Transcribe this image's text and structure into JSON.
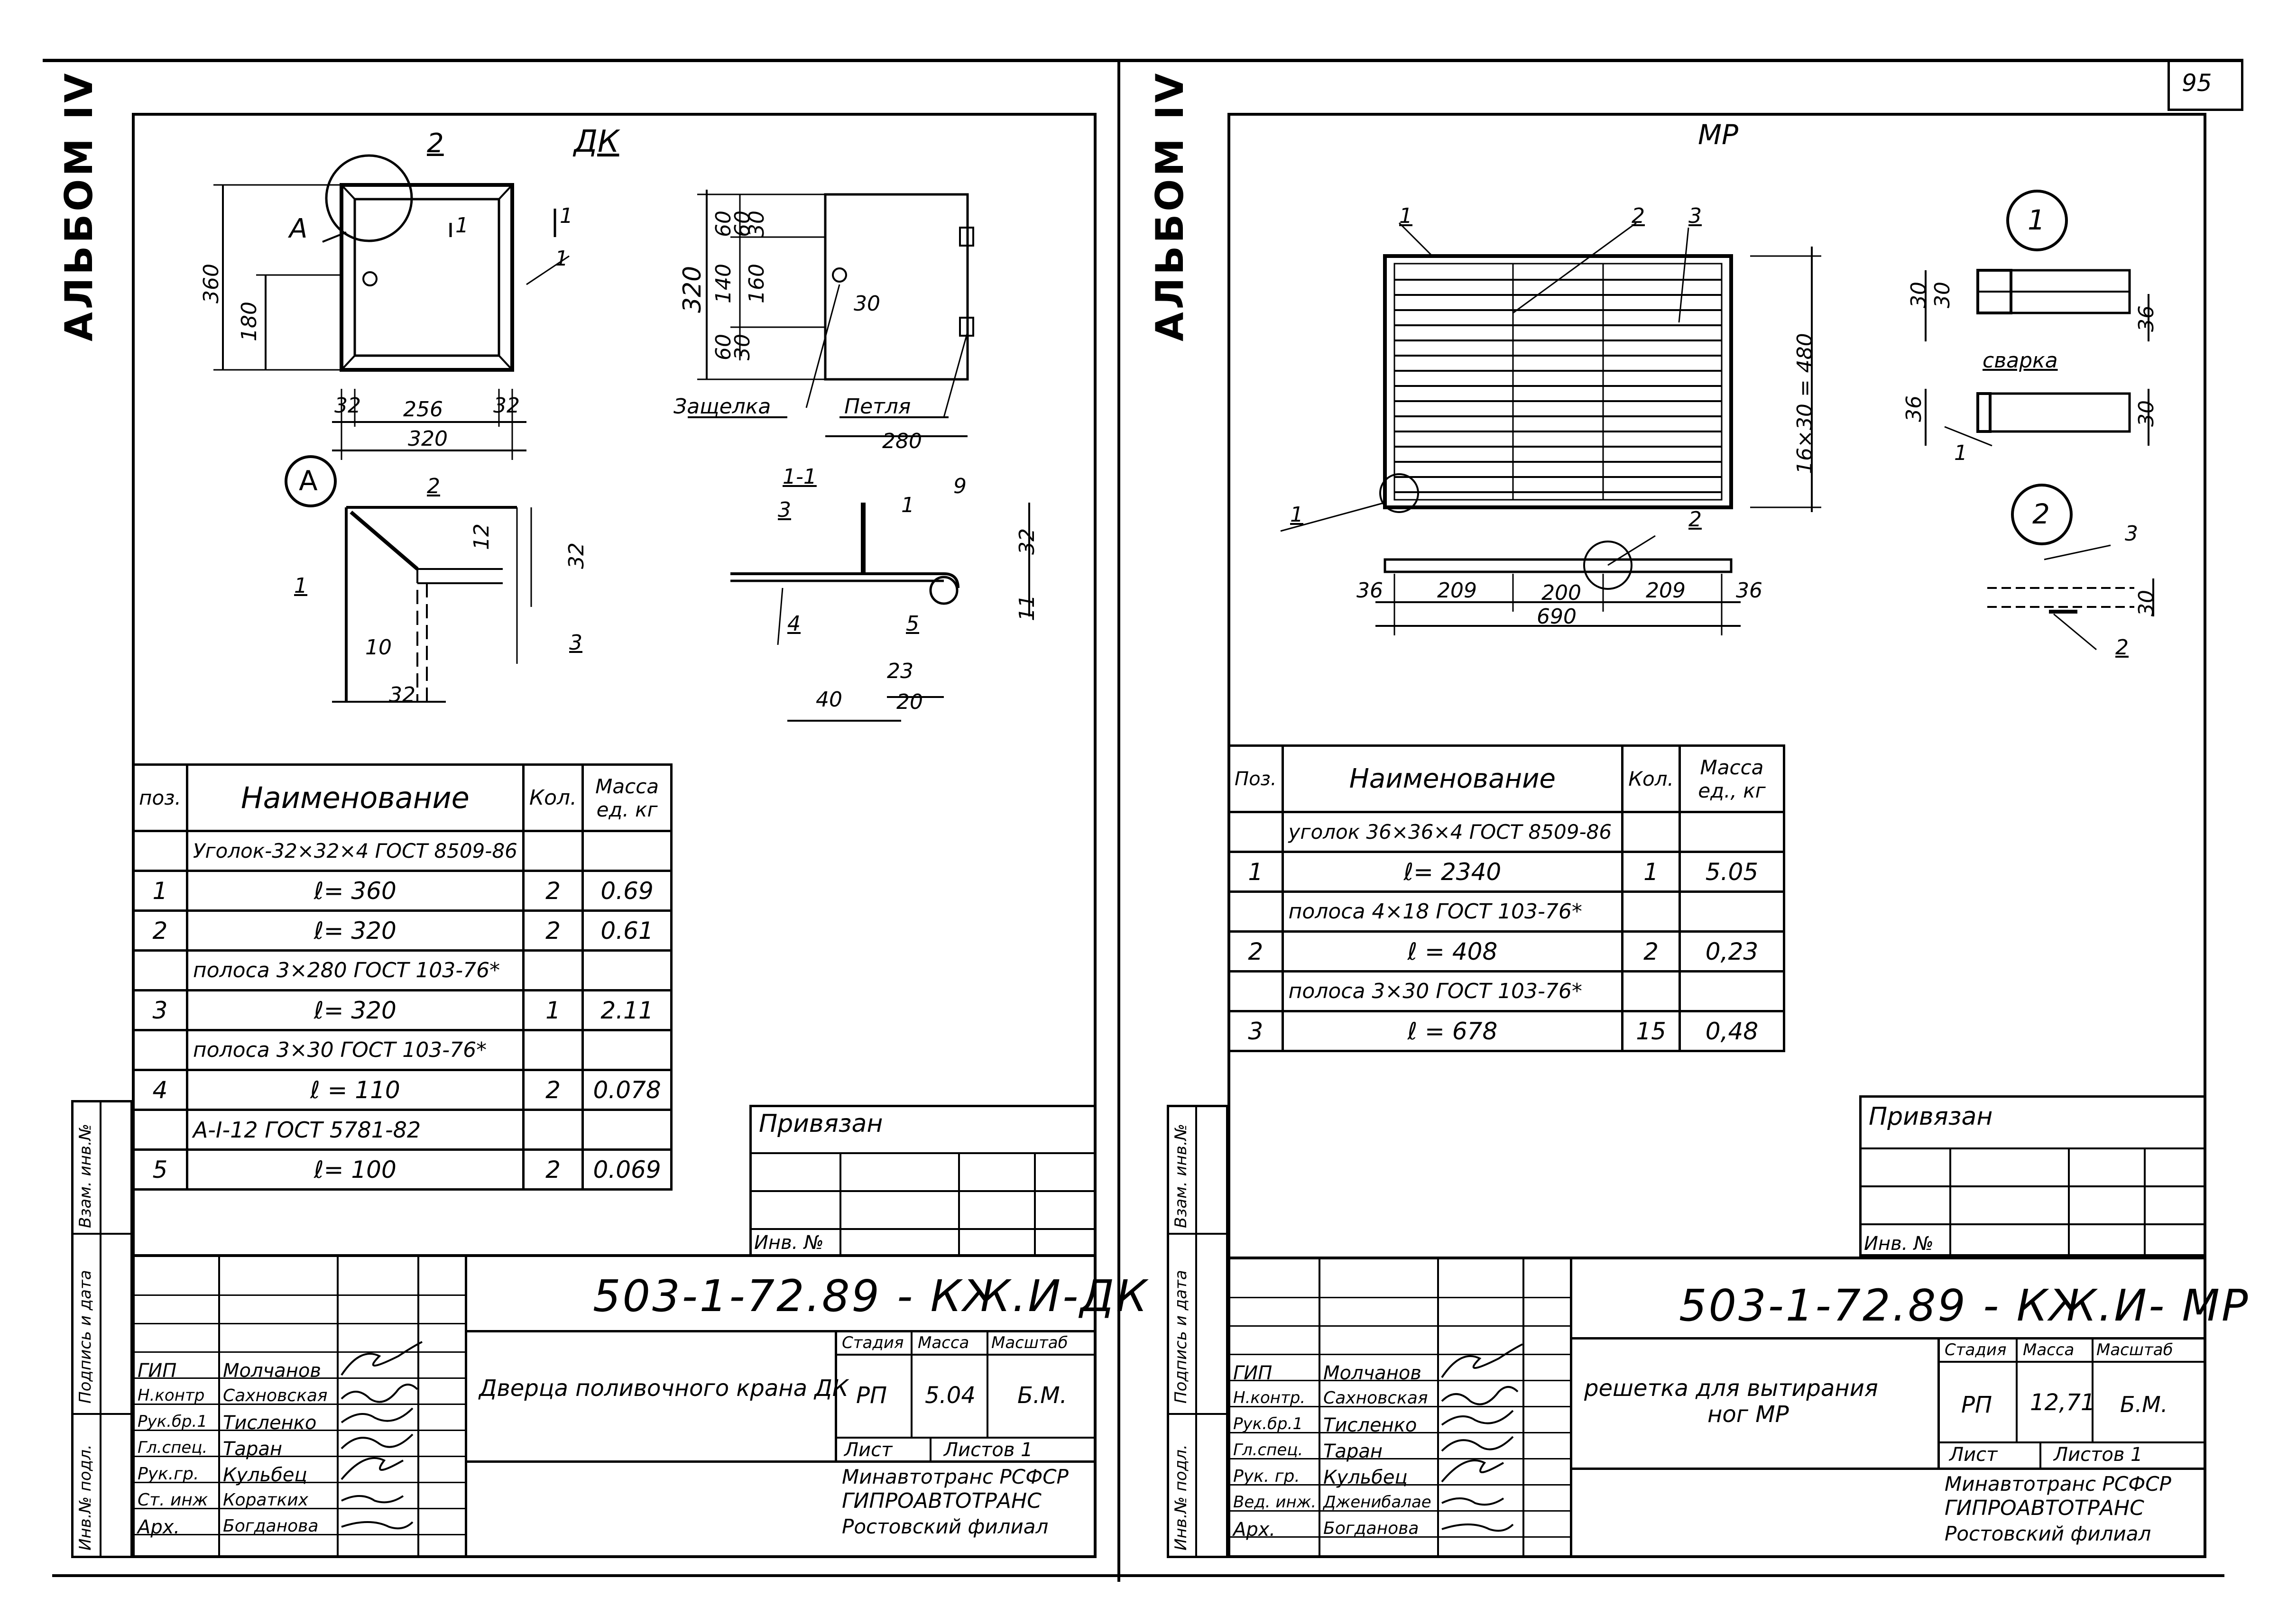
{
  "page_number": "95",
  "left": {
    "album": "АЛЬБОМ IV",
    "drawing_label": "ДК",
    "detail_label": "А",
    "section_label": "1-1",
    "view_label": "1",
    "callouts": {
      "zashchelka": "Защелка",
      "petlya": "Петля"
    },
    "dims": {
      "h360": "360",
      "h180": "180",
      "w32a": "32",
      "w256": "256",
      "w32b": "32",
      "w320": "320",
      "h320": "320",
      "s60a": "60",
      "s140": "140",
      "s60b": "60",
      "s30": "30",
      "s160": "160",
      "s30b": "30",
      "s60c": "60",
      "w280": "280",
      "d32": "32",
      "d12": "12",
      "d10": "10",
      "d32b": "32",
      "d9": "9",
      "d32c": "32",
      "d11": "11",
      "d40": "40",
      "d23": "23",
      "d20": "20"
    },
    "pos_labels": [
      "1",
      "2",
      "3",
      "4",
      "5"
    ],
    "spec": {
      "headers": {
        "pos": "поз.",
        "name": "Наименование",
        "qty": "Кол.",
        "mass": "Масса ед. кг"
      },
      "rows": [
        {
          "pos": "",
          "name": "Уголок-32×32×4 ГОСТ 8509-86",
          "qty": "",
          "mass": ""
        },
        {
          "pos": "1",
          "name": "ℓ= 360",
          "qty": "2",
          "mass": "0.69"
        },
        {
          "pos": "2",
          "name": "ℓ= 320",
          "qty": "2",
          "mass": "0.61"
        },
        {
          "pos": "",
          "name": "полоса 3×280 ГОСТ 103-76*",
          "qty": "",
          "mass": ""
        },
        {
          "pos": "3",
          "name": "ℓ= 320",
          "qty": "1",
          "mass": "2.11"
        },
        {
          "pos": "",
          "name": "полоса 3×30 ГОСТ 103-76*",
          "qty": "",
          "mass": ""
        },
        {
          "pos": "4",
          "name": "ℓ = 110",
          "qty": "2",
          "mass": "0.078"
        },
        {
          "pos": "",
          "name": "А-I-12 ГОСТ 5781-82",
          "qty": "",
          "mass": ""
        },
        {
          "pos": "5",
          "name": "ℓ= 100",
          "qty": "2",
          "mass": "0.069"
        }
      ]
    },
    "privyazan": "Привязан",
    "inv_no": "Инв. №",
    "code": "503-1-72.89 - КЖ.И-ДК",
    "title": "Дверца поливочного крана ДК",
    "stage_headers": {
      "stage": "Стадия",
      "mass": "Масса",
      "scale": "Масштаб"
    },
    "stage_values": {
      "stage": "РП",
      "mass": "5.04",
      "scale": "Б.М."
    },
    "sheet": "Лист",
    "sheets": "Листов 1",
    "org": [
      "Минавтотранс РСФСР",
      "ГИПРОАВТОТРАНС",
      "Ростовский филиал"
    ],
    "roles": [
      {
        "role": "ГИП",
        "name": "Молчанов"
      },
      {
        "role": "Н.контр",
        "name": "Сахновская"
      },
      {
        "role": "Рук.бр.1",
        "name": "Тисленко"
      },
      {
        "role": "Гл.спец.",
        "name": "Таран"
      },
      {
        "role": "Рук.гр.",
        "name": "Кульбец"
      },
      {
        "role": "Ст. инж",
        "name": "Коратких"
      },
      {
        "role": "Арх.",
        "name": "Богданова"
      }
    ],
    "side_labels": [
      "Инв.№ подл.",
      "Подпись и дата",
      "Взам. инв.№"
    ]
  },
  "right": {
    "album": "АЛЬБОМ IV",
    "drawing_label": "МР",
    "callouts": {
      "weld": "сварка"
    },
    "detail_circles": [
      "1",
      "2"
    ],
    "dims": {
      "h480": "16×30 = 480",
      "d36a": "36",
      "d209a": "209",
      "d200": "200",
      "d209b": "209",
      "d36b": "36",
      "d690": "690",
      "s30": "30",
      "s30b": "30",
      "s36": "36",
      "s36b": "36",
      "s30c": "30",
      "s30d": "30"
    },
    "pos_labels": [
      "1",
      "2",
      "3"
    ],
    "spec": {
      "headers": {
        "pos": "Поз.",
        "name": "Наименование",
        "qty": "Кол.",
        "mass": "Масса ед., кг"
      },
      "rows": [
        {
          "pos": "",
          "name": "уголок 36×36×4 ГОСТ 8509-86",
          "qty": "",
          "mass": ""
        },
        {
          "pos": "1",
          "name": "ℓ= 2340",
          "qty": "1",
          "mass": "5.05"
        },
        {
          "pos": "",
          "name": "полоса 4×18 ГОСТ 103-76*",
          "qty": "",
          "mass": ""
        },
        {
          "pos": "2",
          "name": "ℓ = 408",
          "qty": "2",
          "mass": "0,23"
        },
        {
          "pos": "",
          "name": "полоса 3×30 ГОСТ 103-76*",
          "qty": "",
          "mass": ""
        },
        {
          "pos": "3",
          "name": "ℓ = 678",
          "qty": "15",
          "mass": "0,48"
        }
      ]
    },
    "privyazan": "Привязан",
    "inv_no": "Инв. №",
    "code": "503-1-72.89 - КЖ.И- МР",
    "title": [
      "решетка для вытирания",
      "ног МР"
    ],
    "stage_headers": {
      "stage": "Стадия",
      "mass": "Масса",
      "scale": "Масштаб"
    },
    "stage_values": {
      "stage": "РП",
      "mass": "12,71",
      "scale": "Б.М."
    },
    "sheet": "Лист",
    "sheets": "Листов 1",
    "org": [
      "Минавтотранс РСФСР",
      "ГИПРОАВТОТРАНС",
      "Ростовский филиал"
    ],
    "roles": [
      {
        "role": "ГИП",
        "name": "Молчанов"
      },
      {
        "role": "Н.контр.",
        "name": "Сахновская"
      },
      {
        "role": "Рук.бр.1",
        "name": "Тисленко"
      },
      {
        "role": "Гл.спец.",
        "name": "Таран"
      },
      {
        "role": "Рук. гр.",
        "name": "Кульбец"
      },
      {
        "role": "Вед. инж.",
        "name": "Дженибалае"
      },
      {
        "role": "Арх.",
        "name": "Богданова"
      }
    ],
    "side_labels": [
      "Инв.№ подл.",
      "Подпись и дата",
      "Взам. инв.№"
    ]
  }
}
